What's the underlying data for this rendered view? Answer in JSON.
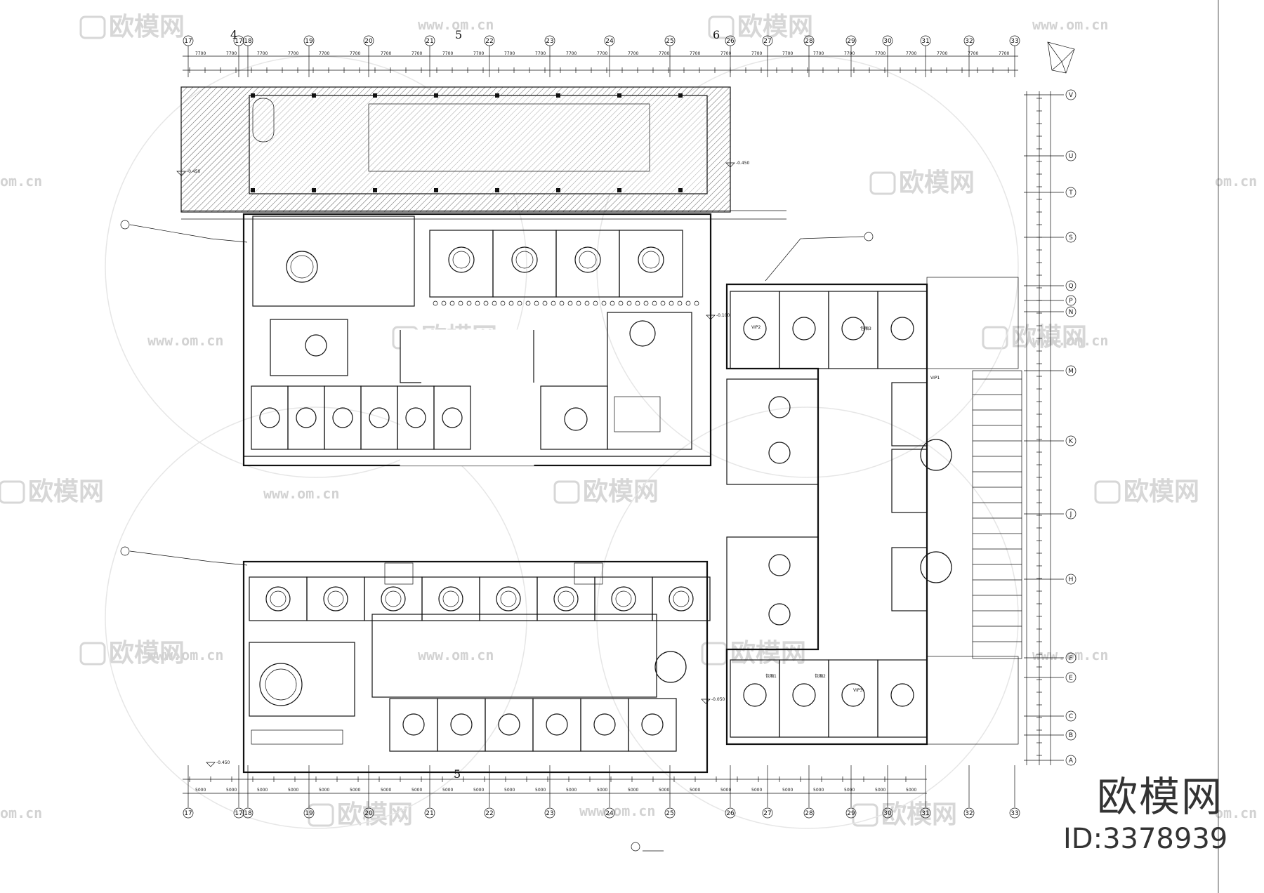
{
  "watermark": {
    "name": "欧模网",
    "url": "www.om.cn",
    "url_fragment": "om.cn"
  },
  "brand": {
    "name": "欧模网",
    "id": "ID:3378939"
  },
  "grid_labels_x": [
    "17",
    "17",
    "18",
    "19",
    "20",
    "21",
    "22",
    "23",
    "24",
    "25",
    "26",
    "27",
    "28",
    "29",
    "30",
    "31",
    "32",
    "33"
  ],
  "grid_labels_y": [
    "V",
    "U",
    "T",
    "S",
    "Q",
    "P",
    "N",
    "M",
    "K",
    "J",
    "H",
    "F",
    "E",
    "C",
    "B",
    "A"
  ],
  "section_marks": [
    "4",
    "5",
    "6",
    "5"
  ],
  "level_marks": [
    "-0.450",
    "-0.450",
    "-0.100",
    "-0.050",
    "-0.450"
  ],
  "room_labels": [
    "VIP1",
    "VIP2",
    "VIP3",
    "包厢1",
    "包厢2",
    "包厢3"
  ]
}
